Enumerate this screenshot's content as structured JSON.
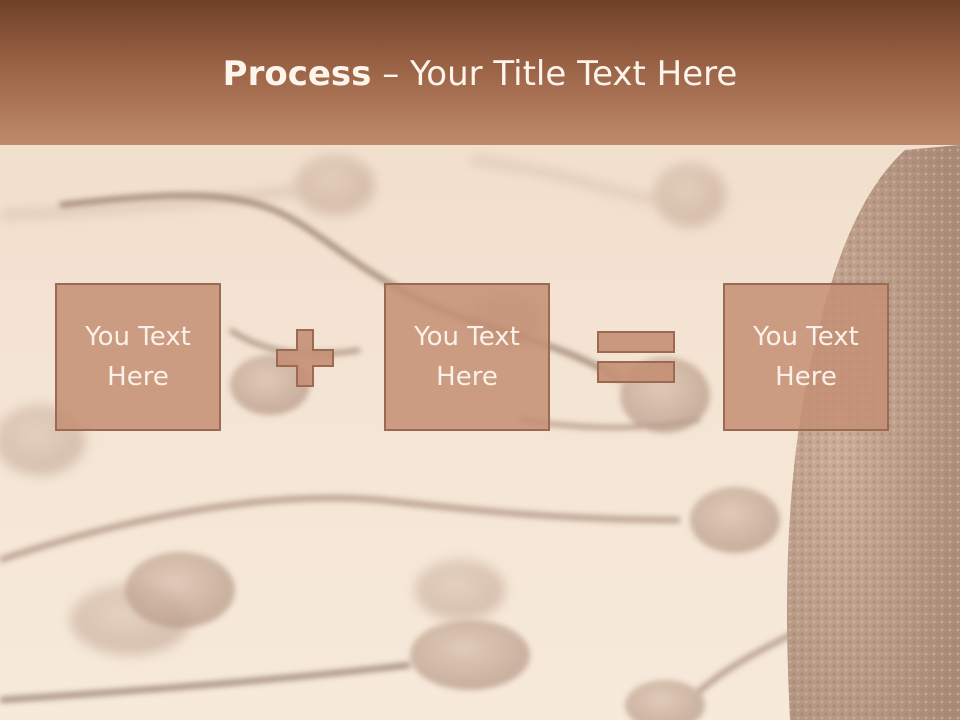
{
  "title": {
    "bold": "Process",
    "separator": " – ",
    "rest": "Your Title Text Here"
  },
  "boxes": [
    {
      "label": "You Text Here"
    },
    {
      "label": "You Text Here"
    },
    {
      "label": "You Text Here"
    }
  ],
  "operators": [
    "plus-icon",
    "equals-icon"
  ],
  "colors": {
    "header_dark": "#6e4028",
    "header_light": "#bf8a6c",
    "box_fill": "#c48f74",
    "box_border": "#9a6a52",
    "background": "#f6e6d6"
  }
}
